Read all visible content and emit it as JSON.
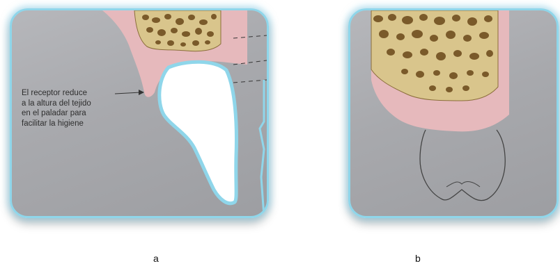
{
  "figure_a": {
    "annotation_lines": [
      "El receptor reduce",
      "a la altura del tejido",
      "en el paladar para",
      "facilitar la higiene"
    ],
    "label": "a"
  },
  "figure_b": {
    "label": "b"
  },
  "colors": {
    "border_glow": "#8fd6ea",
    "gum_pink": "#e9b9bd",
    "bone": "#d9c58c",
    "bone_pores": "#7a5a2a",
    "background": "#ffffff"
  }
}
